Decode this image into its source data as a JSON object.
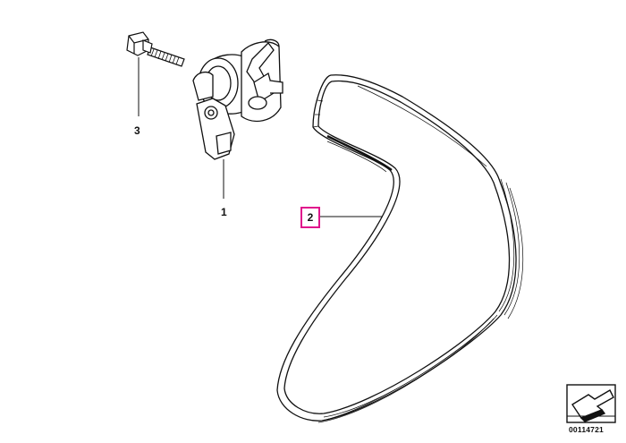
{
  "callouts": {
    "tensioner": "1",
    "belt": "2",
    "bolt": "3"
  },
  "highlight": {
    "callout": "2",
    "color": "#e0148c"
  },
  "footer": {
    "catalog_number": "00114721"
  },
  "icons": [
    "bolt",
    "belt-tensioner",
    "ribbed-v-belt",
    "catalog-arrow-icon"
  ]
}
